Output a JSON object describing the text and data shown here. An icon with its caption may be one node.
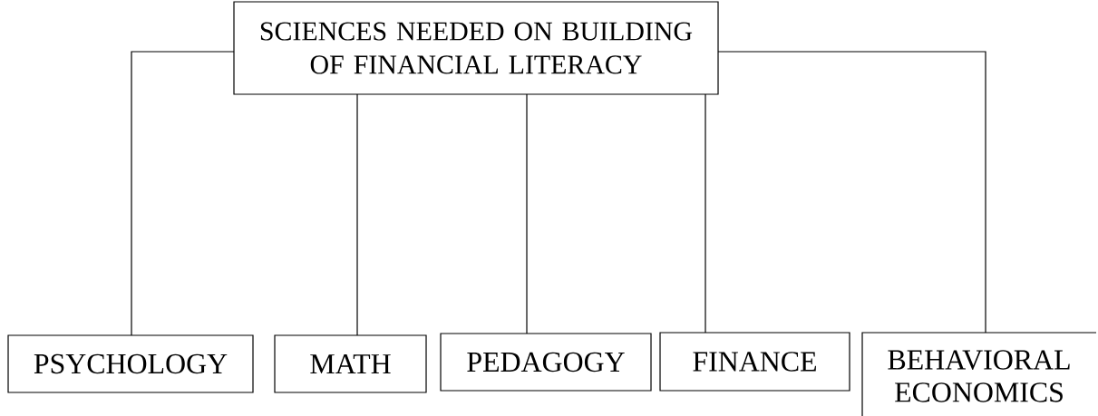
{
  "diagram": {
    "nodes": [
      {
        "text": [
          "SCIENCES NEEDED ON BUILDING OF FINANCIAL LITERACY"
        ]
      },
      {
        "text": [
          "PSYCHOLOGY"
        ]
      },
      {
        "text": [
          "MATH"
        ]
      },
      {
        "text": [
          "PEDAGOGY"
        ]
      },
      {
        "text": [
          "FINANCE"
        ]
      },
      {
        "text": [
          "BEHAVIORAL ECONOMICS"
        ]
      }
    ],
    "edges": [
      {
        "from": 0,
        "to": 1,
        "arrow": "none"
      },
      {
        "from": 0,
        "to": 2,
        "arrow": "none"
      },
      {
        "from": 0,
        "to": 3,
        "arrow": "none"
      },
      {
        "from": 0,
        "to": 4,
        "arrow": "none"
      },
      {
        "from": 0,
        "to": 5,
        "arrow": "none"
      }
    ]
  }
}
